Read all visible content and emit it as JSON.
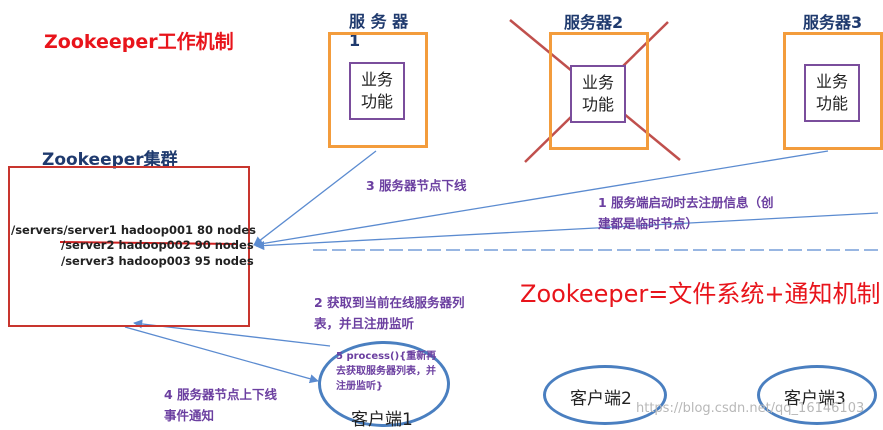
{
  "title": "Zookeeper工作机制",
  "cluster": {
    "label": "Zookeeper集群",
    "nodes": [
      "/servers/server1  hadoop001  80 nodes",
      "/server2 hadoop002  90 nodes",
      "/server3 hadoop003  95 nodes"
    ]
  },
  "servers": [
    {
      "name": "服 务 器",
      "name_suffix": "1",
      "business": "业务功能",
      "offline": false
    },
    {
      "name": "服务器2",
      "business": "业务功能",
      "offline": true
    },
    {
      "name": "服务器3",
      "business": "业务功能",
      "offline": false
    }
  ],
  "notes": {
    "step1": "1  服务端启动时去注册信息（创建都是临时节点）",
    "step2": "2  获取到当前在线服务器列表，并且注册监听",
    "step3": "3 服务器节点下线",
    "step4": "4  服务器节点上下线事件通知",
    "step5": "5 process(){重新再去获取服务器列表，并注册监听}"
  },
  "formula": "Zookeeper=文件系统+通知机制",
  "clients": [
    "客户端1",
    "客户端2",
    "客户端3"
  ],
  "watermark": "https://blog.csdn.net/qq_16146103",
  "colors": {
    "title": "#e8141b",
    "server_border": "#f39c3c",
    "business_border": "#7a4d9c",
    "cluster_border": "#c8352e",
    "client_border": "#4a7fc0",
    "arrow": "#5b8bd0",
    "note": "#6b3fa0",
    "cross": "#c0504d"
  }
}
